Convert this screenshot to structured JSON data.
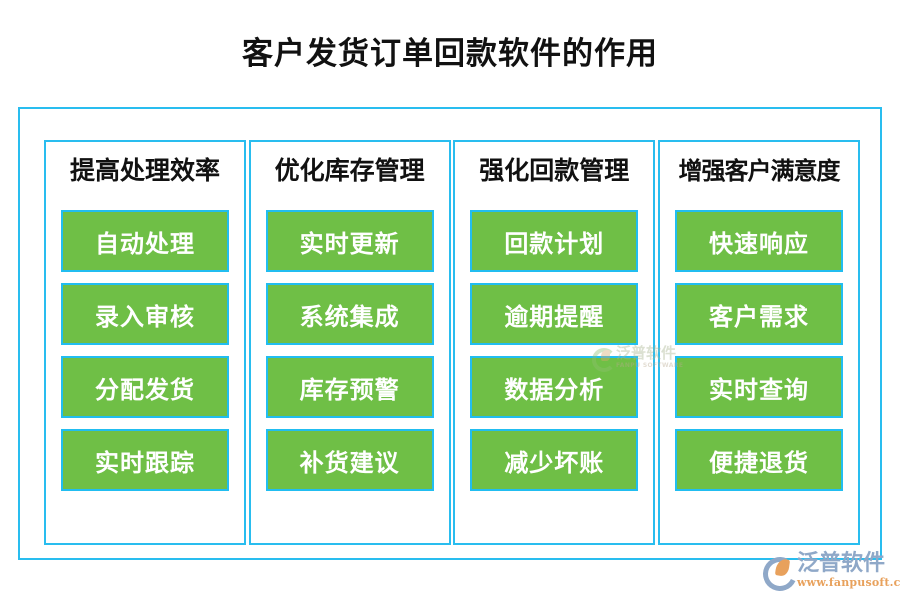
{
  "page": {
    "title": "客户发货订单回款软件的作用",
    "accent_border": "#29bdef",
    "item_fill": "#6fbf46",
    "item_border": "#21bdf0",
    "background": "#ffffff"
  },
  "columns": [
    {
      "header": "提高处理效率",
      "items": [
        "自动处理",
        "录入审核",
        "分配发货",
        "实时跟踪"
      ]
    },
    {
      "header": "优化库存管理",
      "items": [
        "实时更新",
        "系统集成",
        "库存预警",
        "补货建议"
      ]
    },
    {
      "header": "强化回款管理",
      "items": [
        "回款计划",
        "逾期提醒",
        "数据分析",
        "减少坏账"
      ]
    },
    {
      "header": "增强客户满意度",
      "items": [
        "快速响应",
        "客户需求",
        "实时查询",
        "便捷退货"
      ]
    }
  ],
  "watermark": {
    "cn": "泛普软件",
    "en": "FANPU SOFTWARE"
  },
  "brand": {
    "name": "泛普软件",
    "url": "www.fanpusoft.com"
  }
}
